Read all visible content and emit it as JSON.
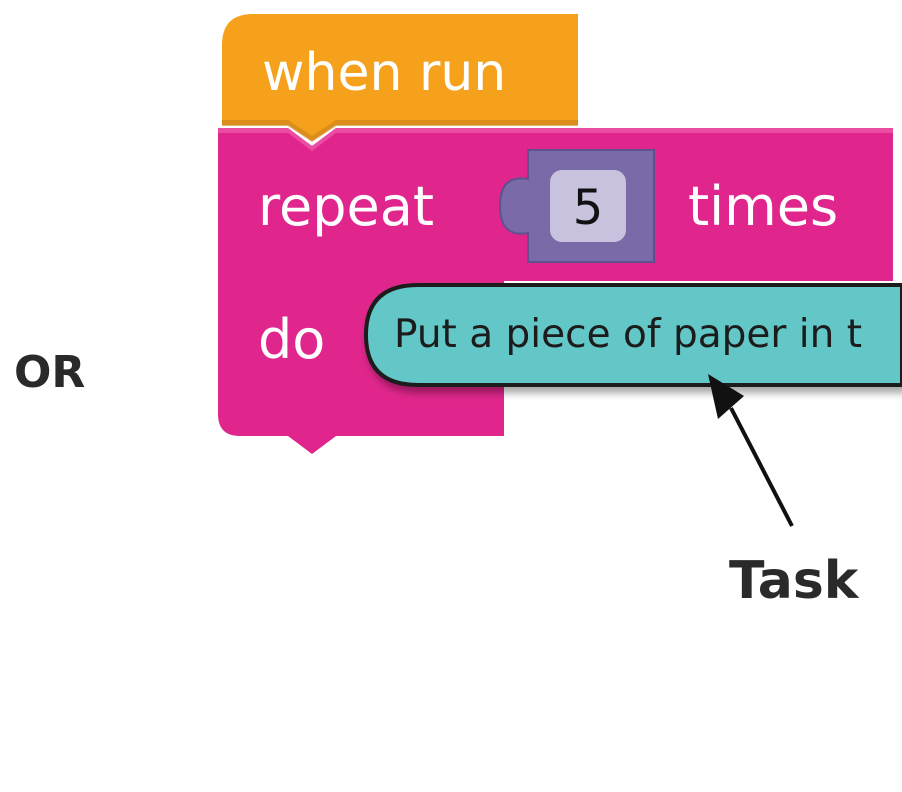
{
  "side_label": "OR",
  "blocks": {
    "event": {
      "text": "when run",
      "color": "#F5A11C"
    },
    "loop": {
      "keyword": "repeat",
      "count": "5",
      "suffix": "times",
      "do_label": "do",
      "color": "#E0268C",
      "value_color": "#7A6BA8"
    },
    "task": {
      "text": "Put a piece of paper in t",
      "color": "#63C7C8"
    }
  },
  "annotation": {
    "label": "Task"
  }
}
